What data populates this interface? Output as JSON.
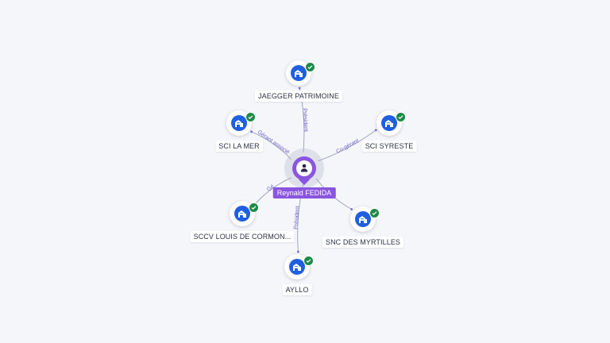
{
  "colors": {
    "background": "#f5f6fa",
    "person_accent": "#8a55e0",
    "company_icon": "#1f5fe0",
    "verified_badge": "#1d8a47",
    "edge_label": "#6b5fc4"
  },
  "person": {
    "name": "Reynald FEDIDA",
    "icon": "user-icon"
  },
  "companies": [
    {
      "id": "jaegger",
      "name": "JAEGGER PATRIMOINE",
      "icon": "building-icon",
      "verified": true
    },
    {
      "id": "scilamer",
      "name": "SCI LA MER",
      "icon": "building-icon",
      "verified": true
    },
    {
      "id": "sycreste",
      "name": "SCI SYRESTE",
      "icon": "building-icon",
      "verified": true
    },
    {
      "id": "sccv",
      "name": "SCCV LOUIS DE CORMON...",
      "icon": "building-icon",
      "verified": true
    },
    {
      "id": "snc",
      "name": "SNC DES MYRTILLES",
      "icon": "building-icon",
      "verified": true
    },
    {
      "id": "ayllo",
      "name": "AYLLO",
      "icon": "building-icon",
      "verified": true
    }
  ],
  "relations": [
    {
      "target": "jaegger",
      "label": "Président"
    },
    {
      "target": "scilamer",
      "label": "Gérant associé"
    },
    {
      "target": "sycreste",
      "label": "Co-gérant"
    },
    {
      "target": "sccv",
      "label": "Gé"
    },
    {
      "target": "snc",
      "label": "nt"
    },
    {
      "target": "ayllo",
      "label": "Président"
    }
  ]
}
